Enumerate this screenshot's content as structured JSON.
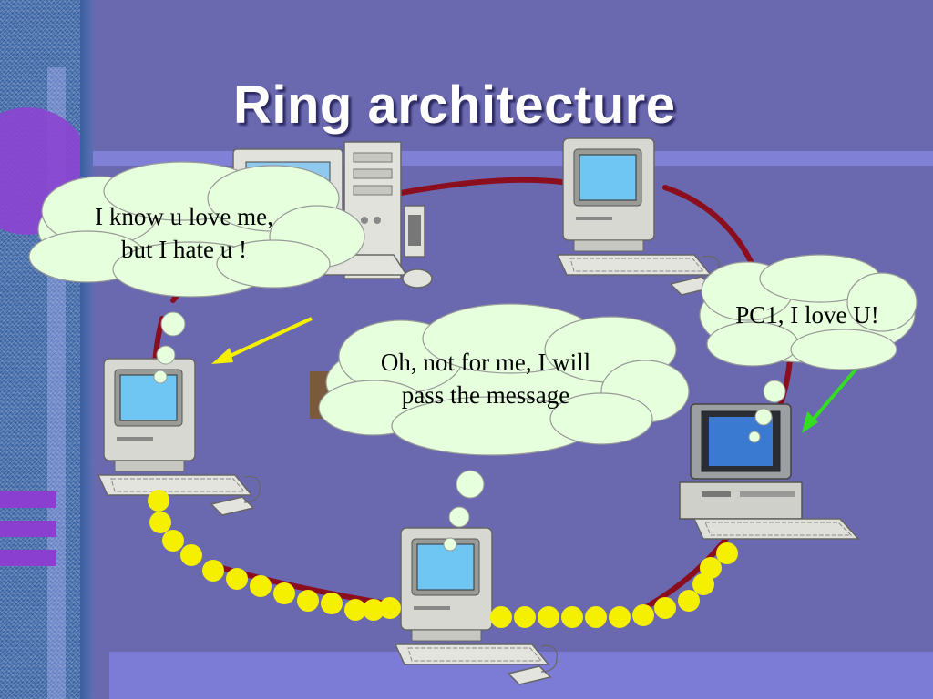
{
  "slide": {
    "title": "Ring architecture"
  },
  "bubbles": {
    "pc1_reply": "I know u love me,\nbut I hate u !",
    "relay": "Oh, not for me, I will\npass the message",
    "sender": "PC1, I love U!"
  },
  "colors": {
    "background": "#6a68ae",
    "ring": "#8b0e1e",
    "token": "#f4f000",
    "bubble": "#e6ffdc",
    "title": "#ffffff",
    "arrow_yellow": "#f4f000",
    "arrow_green": "#33dd22"
  },
  "icons": [
    "computer-icon",
    "thought-bubble",
    "arrow"
  ]
}
